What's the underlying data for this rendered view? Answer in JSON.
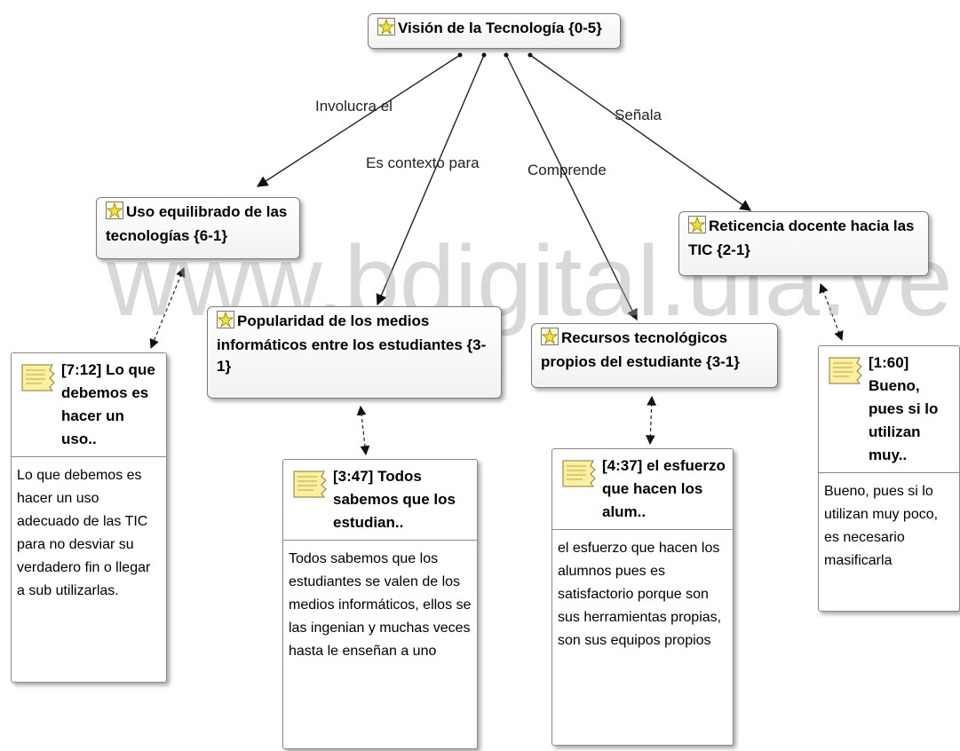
{
  "nodes": {
    "root": "Visión de la Tecnología {0-5}",
    "uso": "Uso equilibrado de las tecnologías {6-1}",
    "popularidad": "Popularidad de los medios informáticos entre los estudiantes {3-1}",
    "recursos": "Recursos tecnológicos propios del estudiante {3-1}",
    "reticencia": "Reticencia docente hacia las TIC {2-1}"
  },
  "edges": {
    "involucra": "Involucra el",
    "contexto": "Es contexto para",
    "comprende": "Comprende",
    "senala": "Señala"
  },
  "quotes": {
    "q712": {
      "title": "[7:12] Lo que debemos es hacer un uso..",
      "body": " Lo que debemos es hacer un uso adecuado de las TIC para no desviar su verdadero fin o llegar a sub utilizarlas."
    },
    "q347": {
      "title": "[3:47] Todos sabemos que los estudian..",
      "body": "Todos sabemos que los estudiantes se valen de los medios informáticos, ellos se las ingenian y muchas veces hasta le enseñan a uno"
    },
    "q437": {
      "title": "[4:37] el esfuerzo que hacen los alum..",
      "body": " el esfuerzo que hacen los alumnos pues es satisfactorio porque son sus herramientas propias, son sus equipos propios"
    },
    "q160": {
      "title": "[1:60] Bueno, pues si lo utilizan muy..",
      "body": "Bueno, pues si lo utilizan muy poco, es necesario masificarla"
    }
  },
  "watermark": "www.bdigital.ula.ve"
}
